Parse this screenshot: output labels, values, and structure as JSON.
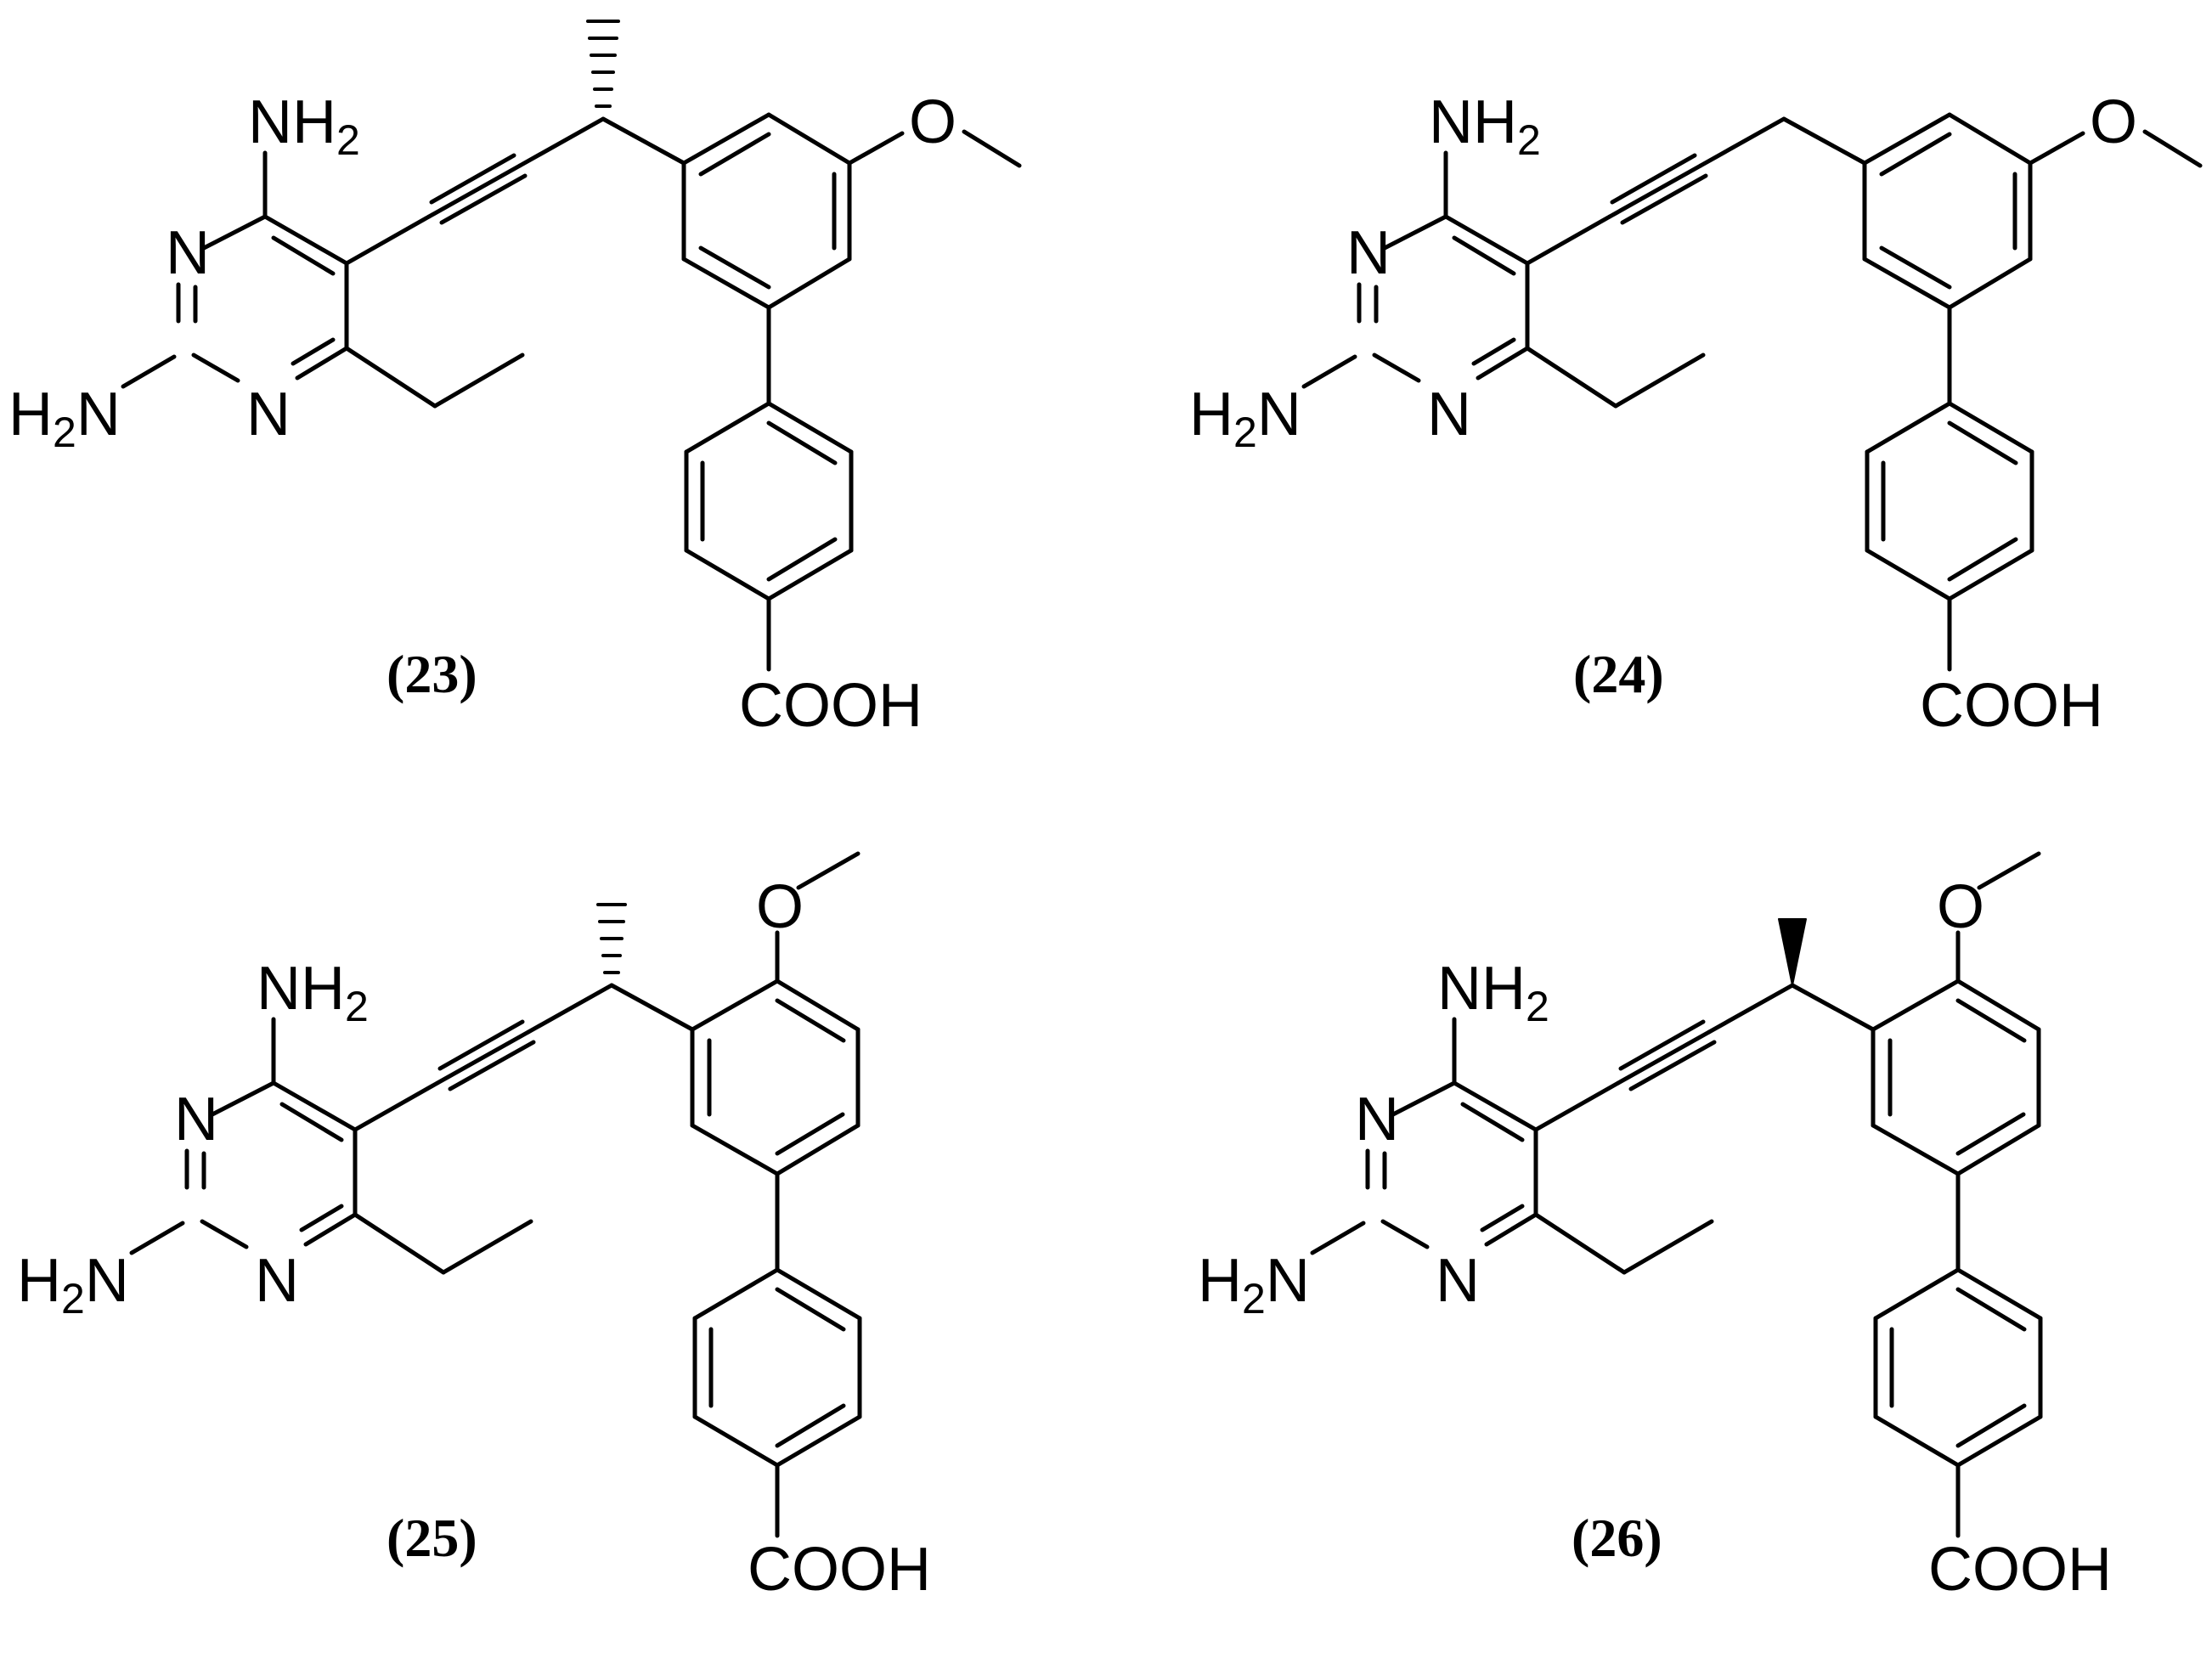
{
  "atoms": {
    "nh2": "NH",
    "nh2_sub": "2",
    "h2n_h": "H",
    "h2n_sub": "2",
    "h2n_n": "N",
    "n": "N",
    "o": "O",
    "cooh": "COOH"
  },
  "compounds": [
    {
      "label": "(23)",
      "stereo": "hash-methyl"
    },
    {
      "label": "(24)",
      "stereo": "none"
    },
    {
      "label": "(25)",
      "stereo": "hash-methyl"
    },
    {
      "label": "(26)",
      "stereo": "wedge-methyl"
    }
  ]
}
